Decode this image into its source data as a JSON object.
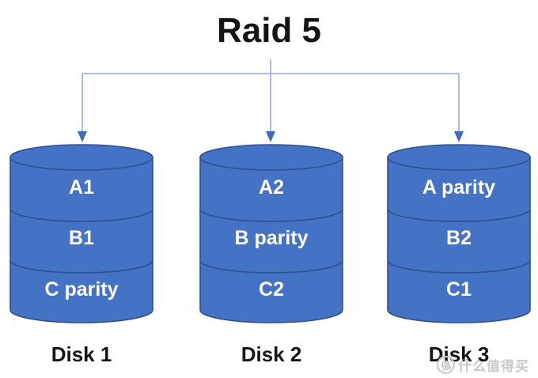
{
  "title": "Raid 5",
  "disks": [
    {
      "name": "Disk 1",
      "segments": [
        "A1",
        "B1",
        "C parity"
      ]
    },
    {
      "name": "Disk 2",
      "segments": [
        "A2",
        "B parity",
        "C2"
      ]
    },
    {
      "name": "Disk 3",
      "segments": [
        "A parity",
        "B2",
        "C1"
      ]
    }
  ],
  "watermark": {
    "badge": "值",
    "text": "什么值得买"
  },
  "colors": {
    "disk_fill": "#4472C4",
    "disk_outline": "#2F528F",
    "connector_line": "#8FAADC",
    "arrowhead": "#3E6CB8",
    "watermark_gray": "#C9C9C9",
    "title_text": "#141414",
    "segment_text": "#FFFFFF"
  }
}
